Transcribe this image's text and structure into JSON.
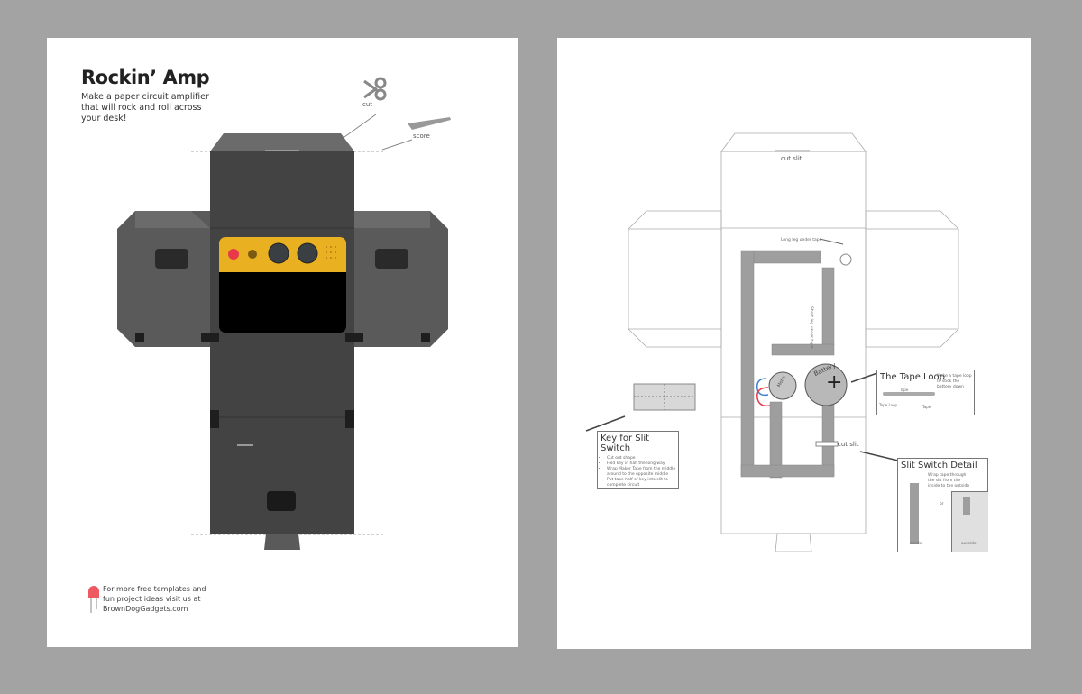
{
  "page1": {
    "title": "Rockin’ Amp",
    "subtitle": "Make a paper circuit amplifier that will rock and roll across your desk!",
    "legend": {
      "cut_label": "cut",
      "score_label": "score"
    },
    "footer": "For more free templates and fun project ideas visit us at BrownDogGadgets.com",
    "colors": {
      "amp_panel": "#e9b022",
      "body": "#434343",
      "flap": "#6b6b6b",
      "led": "#e8394a"
    }
  },
  "page2": {
    "cut_slit_top": "cut slit",
    "cut_slit_mid": "cut slit",
    "long_leg": "Long leg under tape",
    "short_leg": "Short leg under tape",
    "motor_label": "Motor",
    "battery_label": "Battery",
    "plus": "+",
    "tape_loop": {
      "title": "The Tape Loop",
      "note": "Make a tape loop to stick the battery down",
      "tape_top": "Tape",
      "tape_loop_label": "Tape Loop",
      "tape_bottom": "Tape"
    },
    "key": {
      "title": "Key for Slit Switch",
      "items": [
        "Cut out shape",
        "Fold key in half the long way",
        "Wrap Maker Tape from the middle around to the opposite middle",
        "Put tape half of key into slit to complete circuit"
      ]
    },
    "slit_detail": {
      "title": "Slit Switch Detail",
      "note": "Wrap tape through the slit from the inside to the outside",
      "or": "or",
      "inside": "inside",
      "outside": "outside"
    },
    "colors": {
      "tape": "#9e9e9e",
      "wire_pos": "#e8394a",
      "wire_neg": "#3b7fd0"
    }
  }
}
